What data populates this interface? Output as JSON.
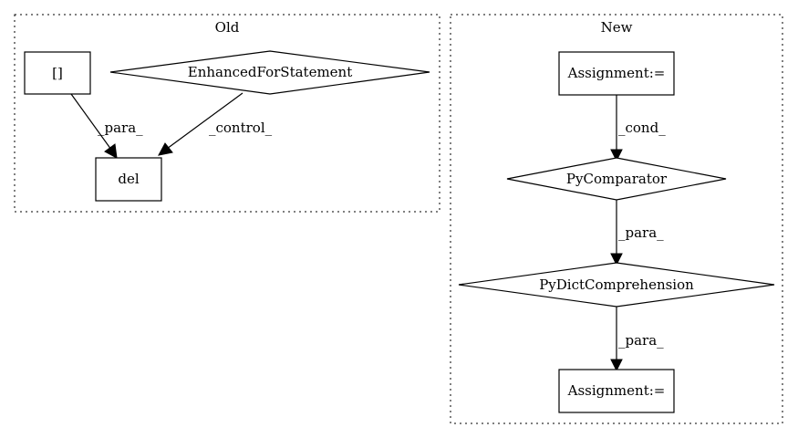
{
  "clusters": {
    "old": {
      "title": "Old"
    },
    "new": {
      "title": "New"
    }
  },
  "nodes": {
    "old_brackets": {
      "label": "[]",
      "shape": "box"
    },
    "old_enhanced_for": {
      "label": "EnhancedForStatement",
      "shape": "diamond"
    },
    "old_del": {
      "label": "del",
      "shape": "box"
    },
    "new_assignment_top": {
      "label": "Assignment:=",
      "shape": "box"
    },
    "new_pycomparator": {
      "label": "PyComparator",
      "shape": "diamond"
    },
    "new_pydictcomprehension": {
      "label": "PyDictComprehension",
      "shape": "diamond"
    },
    "new_assignment_bottom": {
      "label": "Assignment:=",
      "shape": "box"
    }
  },
  "edges": {
    "brackets_to_del": {
      "from": "[]",
      "to": "del",
      "label": "_para_"
    },
    "enhanced_for_to_del": {
      "from": "EnhancedForStatement",
      "to": "del",
      "label": "_control_"
    },
    "assignment_to_pycomparator": {
      "from": "Assignment:=",
      "to": "PyComparator",
      "label": "_cond_"
    },
    "pycomparator_to_pydict": {
      "from": "PyComparator",
      "to": "PyDictComprehension",
      "label": "_para_"
    },
    "pydict_to_assignment": {
      "from": "PyDictComprehension",
      "to": "Assignment:=",
      "label": "_para_"
    }
  }
}
